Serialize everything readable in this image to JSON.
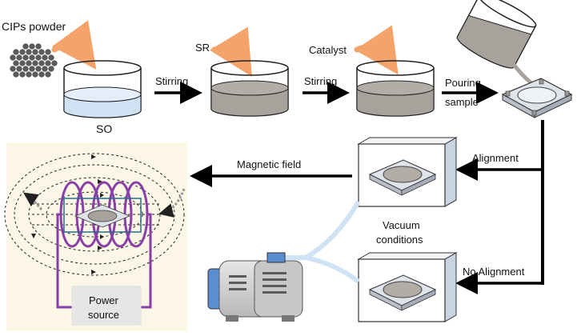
{
  "labels": {
    "cips_powder": "CIPs powder",
    "so": "SO",
    "sr": "SR",
    "catalyst": "Catalyst",
    "stirring_1": "Stirring",
    "stirring_2": "Stirring",
    "pouring_line1": "Pouring",
    "pouring_line2": "sample",
    "alignment": "Alignment",
    "no_alignment": "No Alignment",
    "magnetic_field": "Magnetic field",
    "vacuum_line1": "Vacuum",
    "vacuum_line2": "conditions",
    "power_line1": "Power",
    "power_line2": "source"
  },
  "colors": {
    "liquid_so": "#cfe3f5",
    "liquid_mix": "#a8a29c",
    "orange_arrow": "#f4a46a",
    "coil": "#8a3fa8",
    "field_panel": "#fbf6e6",
    "particle": "#5b5b5b"
  }
}
